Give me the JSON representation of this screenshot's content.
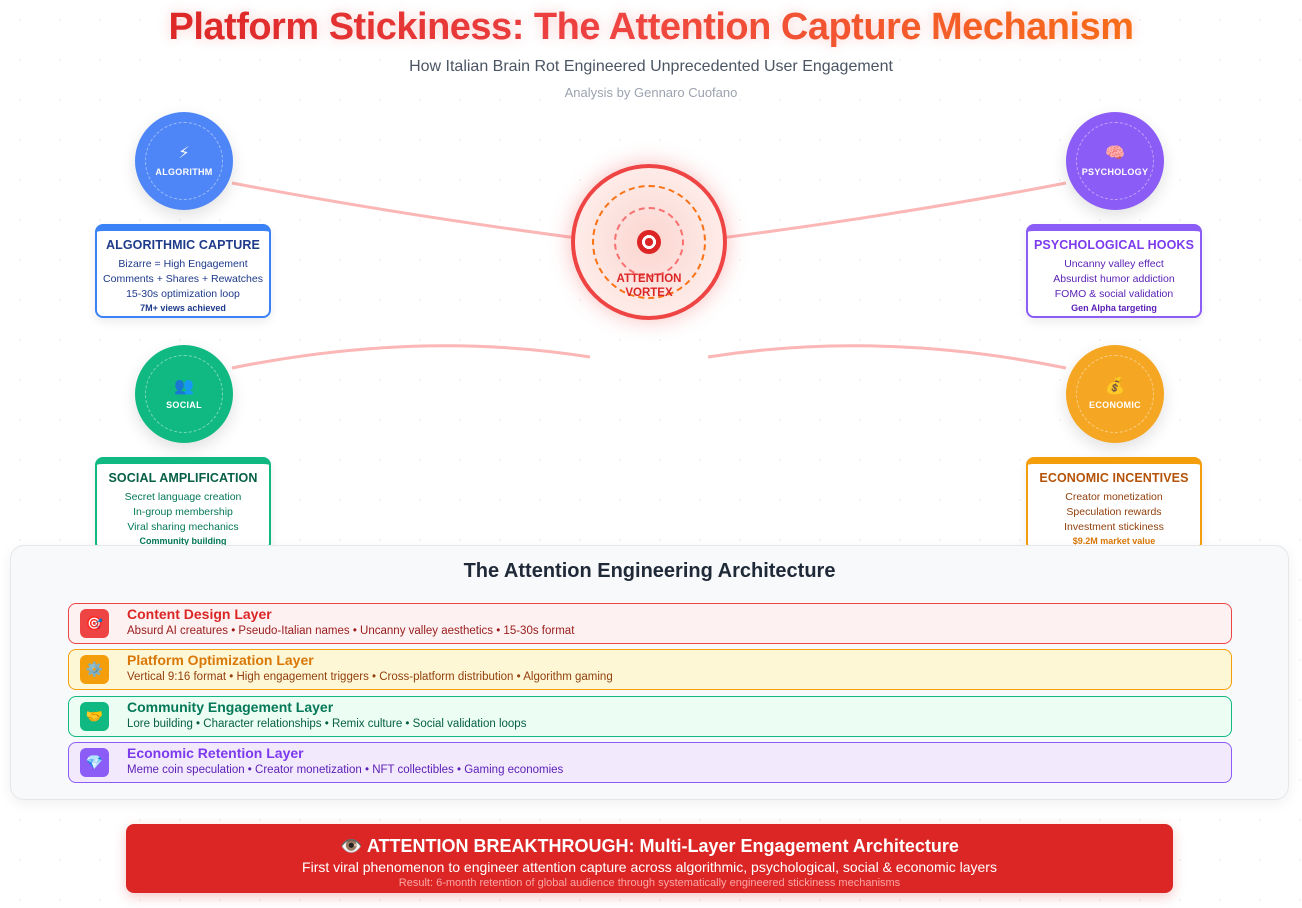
{
  "header": {
    "title": "Platform Stickiness: The Attention Capture Mechanism",
    "subtitle": "How Italian Brain Rot Engineered Unprecedented User Engagement",
    "author": "Analysis by Gennaro Cuofano"
  },
  "center": {
    "label_line1": "ATTENTION",
    "label_line2": "VORTEX",
    "icon": "target-icon"
  },
  "nodes": {
    "algorithm": {
      "label": "ALGORITHM",
      "icon": "lightning-icon",
      "glyph": "⚡",
      "color": "#4f86f7"
    },
    "psychology": {
      "label": "PSYCHOLOGY",
      "icon": "brain-icon",
      "glyph": "🧠",
      "color": "#8b5cf6"
    },
    "social": {
      "label": "SOCIAL",
      "icon": "people-icon",
      "glyph": "👥",
      "color": "#10b981"
    },
    "economic": {
      "label": "ECONOMIC",
      "icon": "money-bag-icon",
      "glyph": "💰",
      "color": "#f5a623"
    }
  },
  "cards": {
    "algorithm": {
      "title": "ALGORITHMIC CAPTURE",
      "items": [
        "Bizarre = High Engagement",
        "Comments + Shares + Rewatches",
        "15-30s optimization loop"
      ],
      "highlight": "7M+ views achieved"
    },
    "psychology": {
      "title": "PSYCHOLOGICAL HOOKS",
      "items": [
        "Uncanny valley effect",
        "Absurdist humor addiction",
        "FOMO & social validation"
      ],
      "highlight": "Gen Alpha targeting"
    },
    "social": {
      "title": "SOCIAL AMPLIFICATION",
      "items": [
        "Secret language creation",
        "In-group membership",
        "Viral sharing mechanics"
      ],
      "highlight": "Community building"
    },
    "economic": {
      "title": "ECONOMIC INCENTIVES",
      "items": [
        "Creator monetization",
        "Speculation rewards",
        "Investment stickiness"
      ],
      "highlight": "$9.2M market value"
    }
  },
  "architecture": {
    "title": "The Attention Engineering Architecture",
    "layers": [
      {
        "title": "Content Design Layer",
        "icon": "target-icon",
        "glyph": "🎯",
        "desc": "Absurd AI creatures • Pseudo-Italian names • Uncanny valley aesthetics • 15-30s format"
      },
      {
        "title": "Platform Optimization Layer",
        "icon": "gear-icon",
        "glyph": "⚙️",
        "desc": "Vertical 9:16 format • High engagement triggers • Cross-platform distribution • Algorithm gaming"
      },
      {
        "title": "Community Engagement Layer",
        "icon": "handshake-icon",
        "glyph": "🤝",
        "desc": "Lore building • Character relationships • Remix culture • Social validation loops"
      },
      {
        "title": "Economic Retention Layer",
        "icon": "gem-icon",
        "glyph": "💎",
        "desc": "Meme coin speculation • Creator monetization • NFT collectibles • Gaming economies"
      }
    ]
  },
  "banner": {
    "icon": "eye-icon",
    "glyph": "👁️",
    "title": "ATTENTION BREAKTHROUGH: Multi-Layer Engagement Architecture",
    "subtitle": "First viral phenomenon to engineer attention capture across algorithmic, psychological, social & economic layers",
    "result": "Result: 6-month retention of global audience through systematically engineered stickiness mechanisms"
  },
  "colors": {
    "accent_red": "#dc2626",
    "accent_orange": "#f97316",
    "algorithm_blue": "#3b82f6",
    "psychology_purple": "#8b5cf6",
    "social_green": "#10b981",
    "economic_amber": "#f59e0b"
  }
}
